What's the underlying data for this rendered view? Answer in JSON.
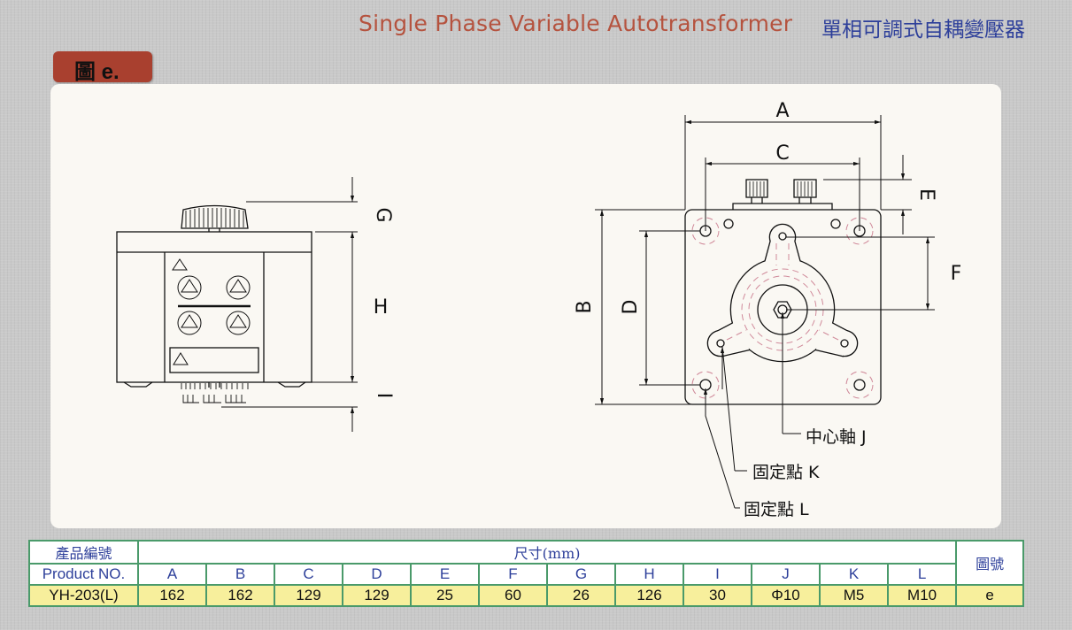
{
  "header": {
    "title_en": "Single Phase Variable Autotransformer",
    "title_zh": "單相可調式自耦變壓器",
    "figure_badge": "圖 e."
  },
  "drawing": {
    "side_labels": {
      "G": "G",
      "H": "H",
      "I": "I"
    },
    "top_labels": {
      "A": "A",
      "B": "B",
      "C": "C",
      "D": "D",
      "E": "E",
      "F": "F"
    },
    "callouts": {
      "J": "中心軸  J",
      "K": "固定點  K",
      "L": "固定點  L"
    }
  },
  "table": {
    "product_header_zh": "產品編號",
    "product_header_en": "Product NO.",
    "dims_header": "尺寸(mm)",
    "figure_header": "圖號",
    "columns": [
      "A",
      "B",
      "C",
      "D",
      "E",
      "F",
      "G",
      "H",
      "I",
      "J",
      "K",
      "L"
    ],
    "rows": [
      {
        "product": "YH-203(L)",
        "values": [
          "162",
          "162",
          "129",
          "129",
          "25",
          "60",
          "26",
          "126",
          "30",
          "Φ10",
          "M5",
          "M10"
        ],
        "figure": "e"
      }
    ]
  }
}
